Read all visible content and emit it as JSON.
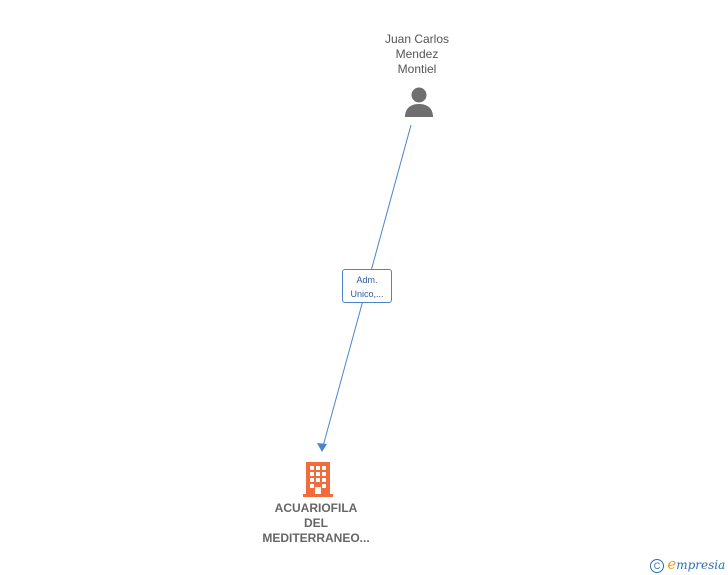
{
  "person": {
    "name_line1": "Juan Carlos",
    "name_line2": "Mendez",
    "name_line3": "Montiel",
    "icon": "person-icon",
    "color": "#6f6f6f"
  },
  "relation": {
    "line1": "Adm.",
    "line2": "Unico,...",
    "color": "#4a86c8"
  },
  "company": {
    "name_line1": "ACUARIOFILA",
    "name_line2": "DEL",
    "name_line3": "MEDITERRANEO...",
    "icon": "building-icon",
    "color": "#f26b3a"
  },
  "watermark": {
    "copyright_symbol": "C",
    "brand_initial": "e",
    "brand_rest": "mpresia"
  }
}
